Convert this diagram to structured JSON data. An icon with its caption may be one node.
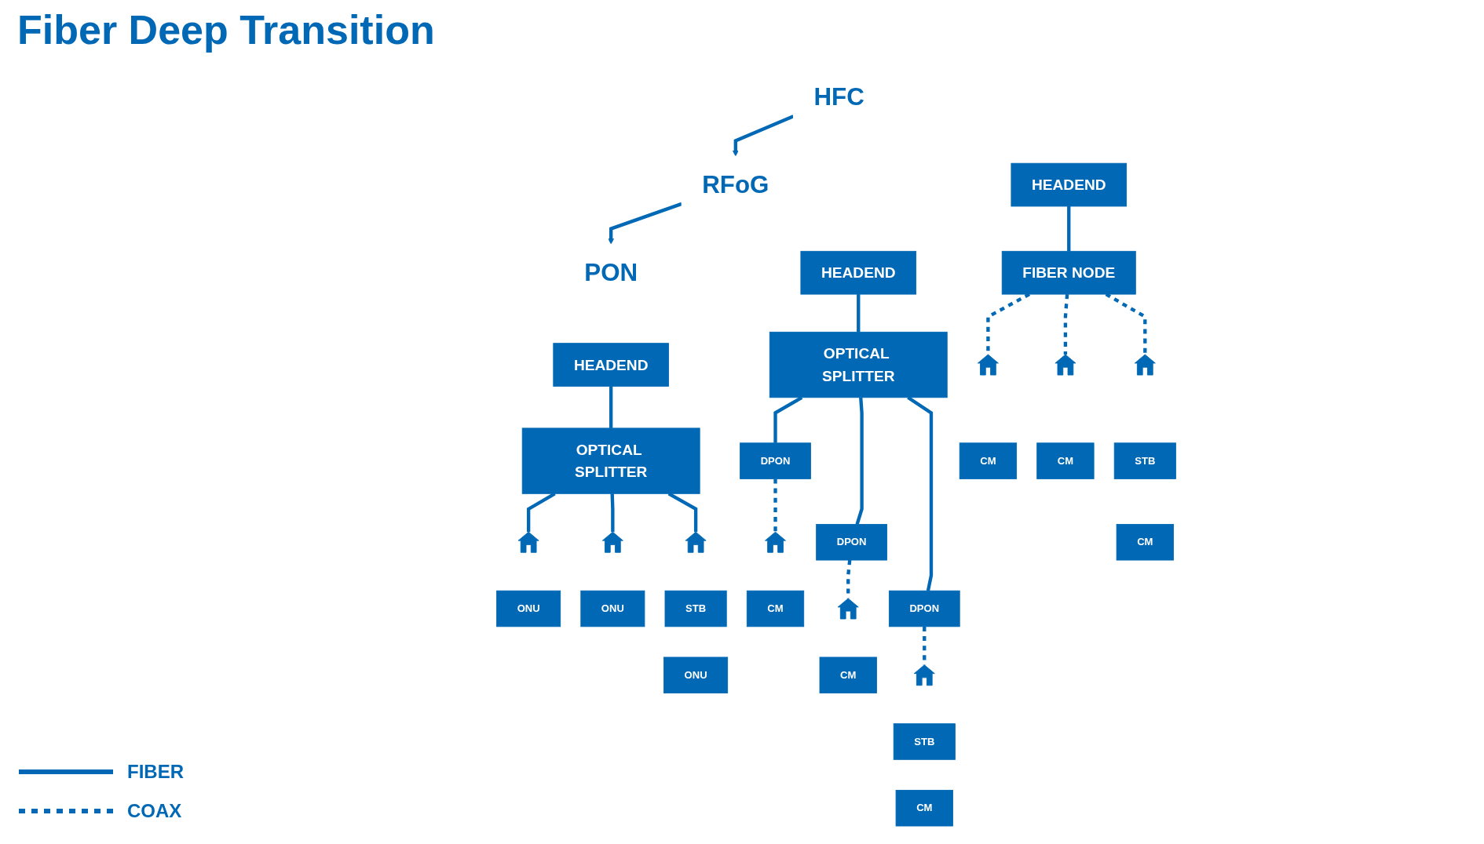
{
  "diagram": {
    "title": "Fiber Deep Transition",
    "nodes": [
      {
        "text": [
          "HFC"
        ]
      },
      {
        "text": [
          "RFoG"
        ]
      },
      {
        "text": [
          "PON"
        ]
      },
      {
        "text": [
          "HEADEND"
        ]
      },
      {
        "text": [
          "FIBER NODE"
        ]
      },
      {
        "text": [],
        "shape": "house"
      },
      {
        "text": [
          "CM"
        ]
      },
      {
        "text": [],
        "shape": "house"
      },
      {
        "text": [
          "CM"
        ]
      },
      {
        "text": [],
        "shape": "house"
      },
      {
        "text": [
          "STB"
        ]
      },
      {
        "text": [
          "CM"
        ]
      },
      {
        "text": [
          "HEADEND"
        ]
      },
      {
        "text": [
          "OPTICAL SPLITTER"
        ]
      },
      {
        "text": [
          "DPON"
        ]
      },
      {
        "text": [
          "DPON"
        ]
      },
      {
        "text": [
          "DPON"
        ]
      },
      {
        "text": [],
        "shape": "house"
      },
      {
        "text": [
          "CM"
        ]
      },
      {
        "text": [],
        "shape": "house"
      },
      {
        "text": [
          "CM"
        ]
      },
      {
        "text": [],
        "shape": "house"
      },
      {
        "text": [
          "STB"
        ]
      },
      {
        "text": [
          "CM"
        ]
      },
      {
        "text": [
          "HEADEND"
        ]
      },
      {
        "text": [
          "OPTICAL SPLITTER"
        ]
      },
      {
        "text": [],
        "shape": "house"
      },
      {
        "text": [
          "ONU"
        ]
      },
      {
        "text": [],
        "shape": "house"
      },
      {
        "text": [
          "ONU"
        ]
      },
      {
        "text": [],
        "shape": "house"
      },
      {
        "text": [
          "STB"
        ]
      },
      {
        "text": [
          "ONU"
        ]
      }
    ],
    "edges": [
      {
        "from": 0,
        "to": 1,
        "arrow": "to"
      },
      {
        "from": 1,
        "to": 2,
        "arrow": "to"
      },
      {
        "from": 3,
        "to": 4,
        "arrow": "none"
      },
      {
        "from": 4,
        "to": 5,
        "arrow": "none",
        "style": "dashed"
      },
      {
        "from": 4,
        "to": 7,
        "arrow": "none",
        "style": "dashed"
      },
      {
        "from": 4,
        "to": 9,
        "arrow": "none",
        "style": "dashed"
      },
      {
        "from": 12,
        "to": 13,
        "arrow": "none"
      },
      {
        "from": 13,
        "to": 14,
        "arrow": "none"
      },
      {
        "from": 13,
        "to": 15,
        "arrow": "none"
      },
      {
        "from": 13,
        "to": 16,
        "arrow": "none"
      },
      {
        "from": 14,
        "to": 17,
        "arrow": "none",
        "style": "dashed"
      },
      {
        "from": 15,
        "to": 19,
        "arrow": "none",
        "style": "dashed"
      },
      {
        "from": 16,
        "to": 21,
        "arrow": "none",
        "style": "dashed"
      },
      {
        "from": 24,
        "to": 25,
        "arrow": "none"
      },
      {
        "from": 25,
        "to": 26,
        "arrow": "none"
      },
      {
        "from": 25,
        "to": 28,
        "arrow": "none"
      },
      {
        "from": 25,
        "to": 30,
        "arrow": "none"
      }
    ],
    "legend": [
      {
        "text": "FIBER"
      },
      {
        "text": "COAX"
      }
    ]
  }
}
